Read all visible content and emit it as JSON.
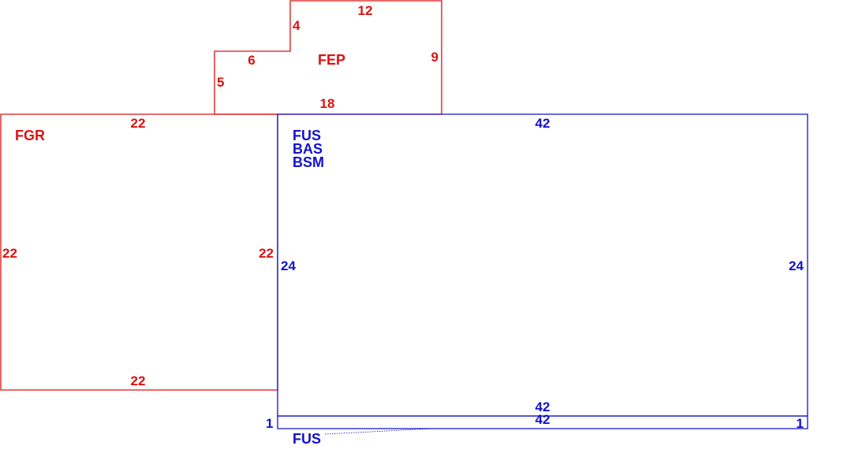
{
  "colors": {
    "red": "#dd1111",
    "blue": "#1111cc"
  },
  "fgr": {
    "label": "FGR",
    "dim_top": "22",
    "dim_left": "22",
    "dim_right": "22",
    "dim_bottom": "22"
  },
  "fep": {
    "label": "FEP",
    "dim_top": "12",
    "dim_notch_vertical": "4",
    "dim_notch_horizontal": "6",
    "dim_left": "5",
    "dim_right": "9",
    "dim_bottom": "18"
  },
  "main": {
    "label_1": "FUS",
    "label_2": "BAS",
    "label_3": "BSM",
    "dim_top": "42",
    "dim_left": "24",
    "dim_right": "24",
    "dim_bottom": "42"
  },
  "strip": {
    "label": "FUS",
    "dim_top": "42",
    "dim_left": "1",
    "dim_right": "1"
  }
}
